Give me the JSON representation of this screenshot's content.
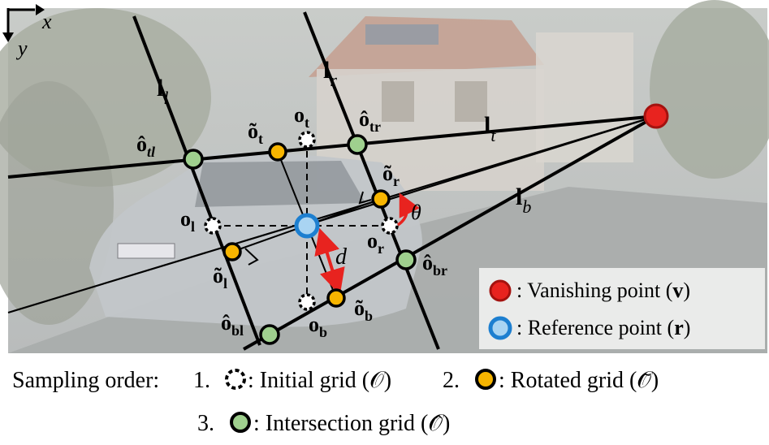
{
  "axes": {
    "x_label": "x",
    "y_label": "y"
  },
  "lines": {
    "left": {
      "symbol": "l",
      "sub": "l"
    },
    "right": {
      "symbol": "l",
      "sub": "r"
    },
    "top": {
      "symbol": "l",
      "sub": "t"
    },
    "bottom": {
      "symbol": "l",
      "sub": "b"
    }
  },
  "points": {
    "o_tl": {
      "base": "ô",
      "sub": "tl"
    },
    "o_tr": {
      "base": "ô",
      "sub": "tr"
    },
    "o_br": {
      "base": "ô",
      "sub": "br"
    },
    "o_bl": {
      "base": "ô",
      "sub": "bl"
    },
    "rot_t": {
      "base": "õ",
      "sub": "t"
    },
    "rot_r": {
      "base": "õ",
      "sub": "r"
    },
    "rot_b": {
      "base": "õ",
      "sub": "b"
    },
    "rot_l": {
      "base": "õ",
      "sub": "l"
    },
    "init_t": {
      "base": "o",
      "sub": "t"
    },
    "init_r": {
      "base": "o",
      "sub": "r"
    },
    "init_b": {
      "base": "o",
      "sub": "b"
    },
    "init_l": {
      "base": "o",
      "sub": "l"
    }
  },
  "annotations": {
    "theta": "θ",
    "d": "d"
  },
  "legend": {
    "vanishing": {
      "prefix": ": Vanishing point (",
      "symbol": "v",
      "suffix": ")"
    },
    "reference": {
      "prefix": ": Reference point (",
      "symbol": "r",
      "suffix": ")"
    }
  },
  "caption": {
    "title": "Sampling order:",
    "item1_num": "1.",
    "item1_text": ": Initial grid (𝒪)",
    "item2_num": "2.",
    "item2_text": ": Rotated grid (𝒪̃)",
    "item3_num": "3.",
    "item3_text": ": Intersection grid (𝒪̂)"
  },
  "colors": {
    "vanishing": "#e8231f",
    "reference_fill": "#a9d4f2",
    "reference_stroke": "#1d7fd0",
    "rotated": "#f7b500",
    "intersection": "#9fd08e",
    "arrow": "#e8231f"
  }
}
